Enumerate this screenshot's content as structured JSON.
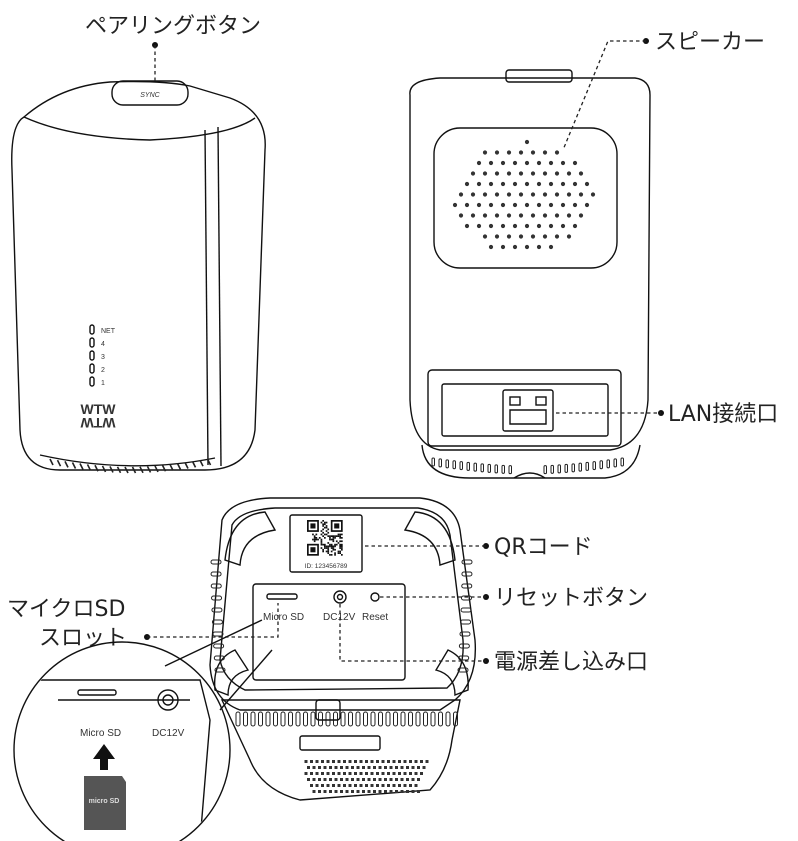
{
  "callouts": {
    "pairing_button": "ペアリングボタン",
    "speaker": "スピーカー",
    "lan_port": "LAN接続口",
    "qr_code": "QRコード",
    "reset_button": "リセットボタン",
    "microsd_slot_line1": "マイクロSD",
    "microsd_slot_line2": "スロット",
    "power_jack": "電源差し込み口"
  },
  "device": {
    "sync_label": "SYNC",
    "led_labels": [
      "NET",
      "4",
      "3",
      "2",
      "1"
    ],
    "logo_text": "WTW",
    "qr_id": "ID: 123456789",
    "port_labels": {
      "micro_sd": "Micro SD",
      "dc": "DC12V",
      "reset": "Reset"
    },
    "zoom_labels": {
      "micro_sd": "Micro SD",
      "dc": "DC12V",
      "card": "micro SD"
    }
  }
}
